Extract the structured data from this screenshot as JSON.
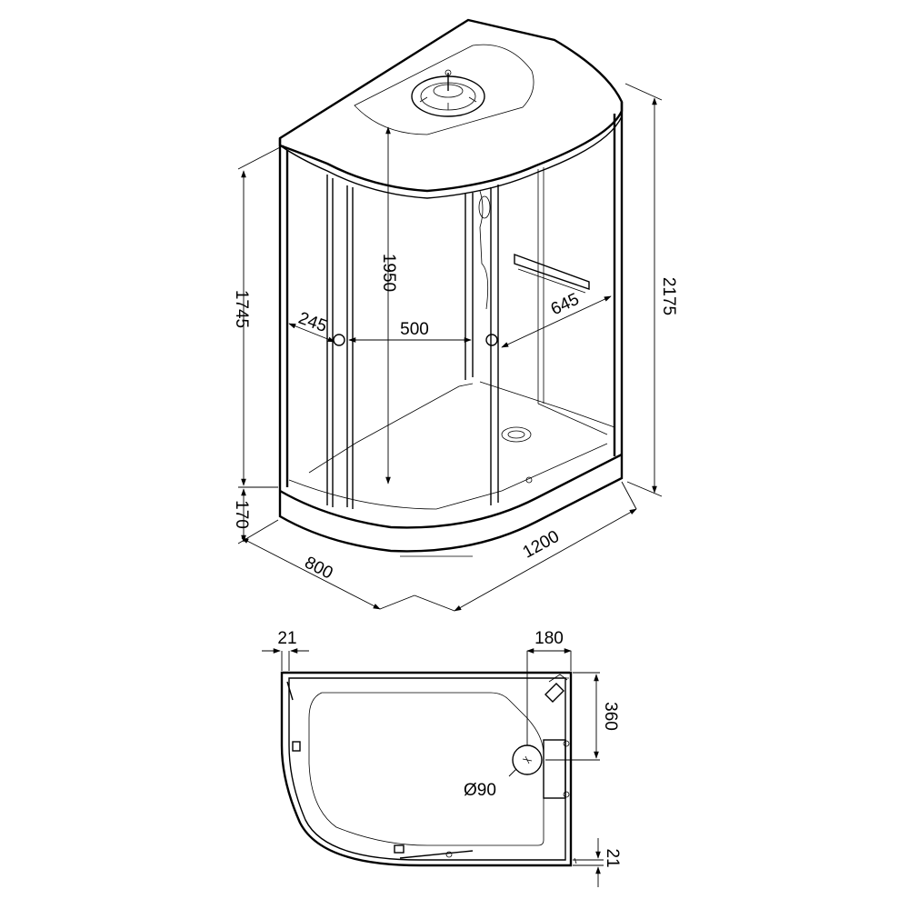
{
  "dimensions": {
    "total_height": "2175",
    "cabin_height": "1745",
    "base_height": "170",
    "depth": "800",
    "width": "1200",
    "inner_height": "1950",
    "side_panel": "245",
    "door_opening": "500",
    "back_panel": "645",
    "wall_gap_top": "21",
    "corner_offset": "180",
    "corner_depth": "360",
    "drain_diameter": "Ø90",
    "wall_gap_bottom": "21"
  }
}
